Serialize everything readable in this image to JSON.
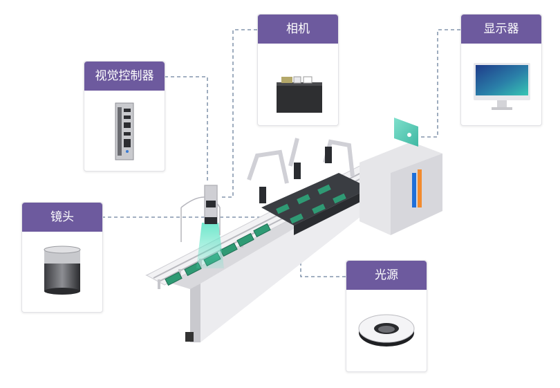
{
  "components": {
    "camera": {
      "label": "相机"
    },
    "display": {
      "label": "显示器"
    },
    "vision_controller": {
      "label": "视觉控制器"
    },
    "lens": {
      "label": "镜头"
    },
    "light_source": {
      "label": "光源"
    }
  },
  "colors": {
    "accent": "#6d5a9e",
    "connector": "#6a7f9c",
    "machine": "#e6e6e9",
    "belt": "#3a3d42",
    "pcb": "#2f9a74",
    "screen": "#3fb8a3"
  }
}
